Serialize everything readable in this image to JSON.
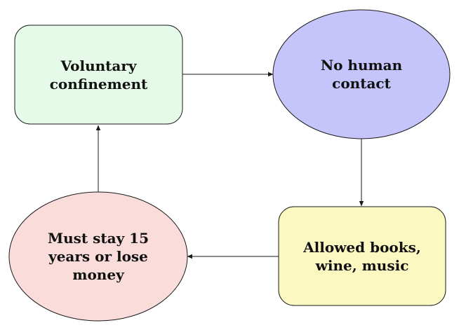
{
  "diagram": {
    "type": "cycle",
    "nodes": [
      {
        "id": "voluntary-confinement",
        "shape": "rounded-rectangle",
        "label": "Voluntary confinement",
        "fill": "#e6fae9"
      },
      {
        "id": "no-human-contact",
        "shape": "ellipse",
        "label": "No human contact",
        "fill": "#c6c5fb"
      },
      {
        "id": "allowed-books-wine-music",
        "shape": "rounded-rectangle",
        "label": "Allowed books, wine, music",
        "fill": "#fcf8c2"
      },
      {
        "id": "must-stay-15-years",
        "shape": "ellipse",
        "label": "Must stay 15 years or lose money",
        "fill": "#fadcdb"
      }
    ],
    "edges": [
      {
        "from": "voluntary-confinement",
        "to": "no-human-contact"
      },
      {
        "from": "no-human-contact",
        "to": "allowed-books-wine-music"
      },
      {
        "from": "allowed-books-wine-music",
        "to": "must-stay-15-years"
      },
      {
        "from": "must-stay-15-years",
        "to": "voluntary-confinement"
      }
    ],
    "edge_color": "#1a1a1a"
  }
}
